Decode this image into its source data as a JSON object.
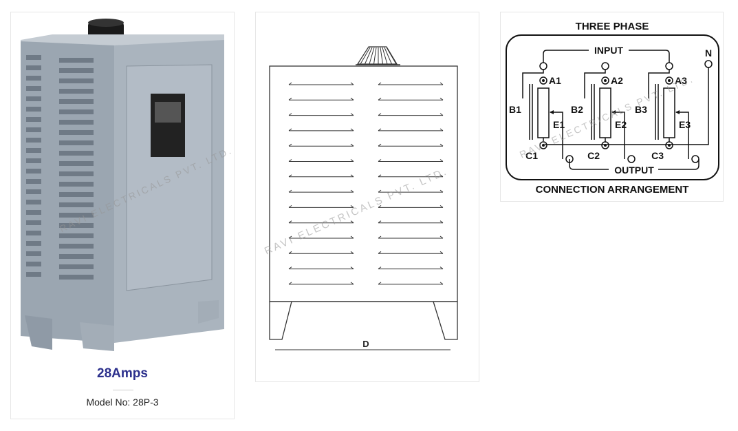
{
  "product": {
    "title": "28Amps",
    "model": "Model No: 28P-3"
  },
  "watermark": "RAVI ELECTRICALS PVT. LTD.",
  "dimension_drawing": {
    "label_d": "D"
  },
  "connection_diagram": {
    "heading": "THREE PHASE",
    "footer": "CONNECTION ARRANGEMENT",
    "input_label": "INPUT",
    "output_label": "OUTPUT",
    "neutral_label": "N",
    "phases": [
      {
        "a": "A1",
        "b": "B1",
        "c": "C1",
        "e": "E1"
      },
      {
        "a": "A2",
        "b": "B2",
        "c": "C2",
        "e": "E2"
      },
      {
        "a": "A3",
        "b": "B3",
        "c": "C3",
        "e": "E3"
      }
    ]
  },
  "colors": {
    "title": "#2b2f8c",
    "cabinet": "#a9b3bd",
    "card_border": "#e6e6e6"
  }
}
